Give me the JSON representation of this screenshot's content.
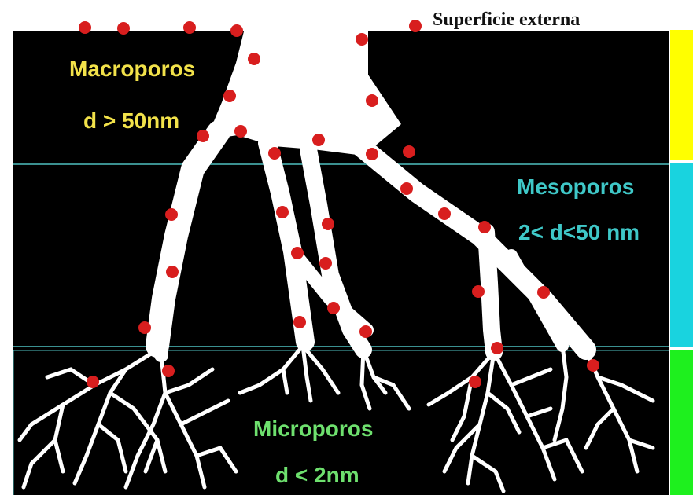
{
  "external_surface_label": "Superficie externa",
  "zones": {
    "macro": {
      "name": "Macroporos",
      "range": "d > 50nm",
      "text_color": "#f2e24a",
      "bar_color": "#ffff00"
    },
    "meso": {
      "name": "Mesoporos",
      "range": "2< d<50 nm",
      "text_color": "#3fc8c8",
      "bar_color": "#19d3df"
    },
    "micro": {
      "name": "Microporos",
      "range": "d < 2nm",
      "text_color": "#6ee06e",
      "bar_color": "#1ef01e"
    }
  },
  "colors": {
    "background": "#000000",
    "pore": "#ffffff",
    "molecule": "#d81e1e",
    "zone_divider": "#4fbfbf"
  }
}
